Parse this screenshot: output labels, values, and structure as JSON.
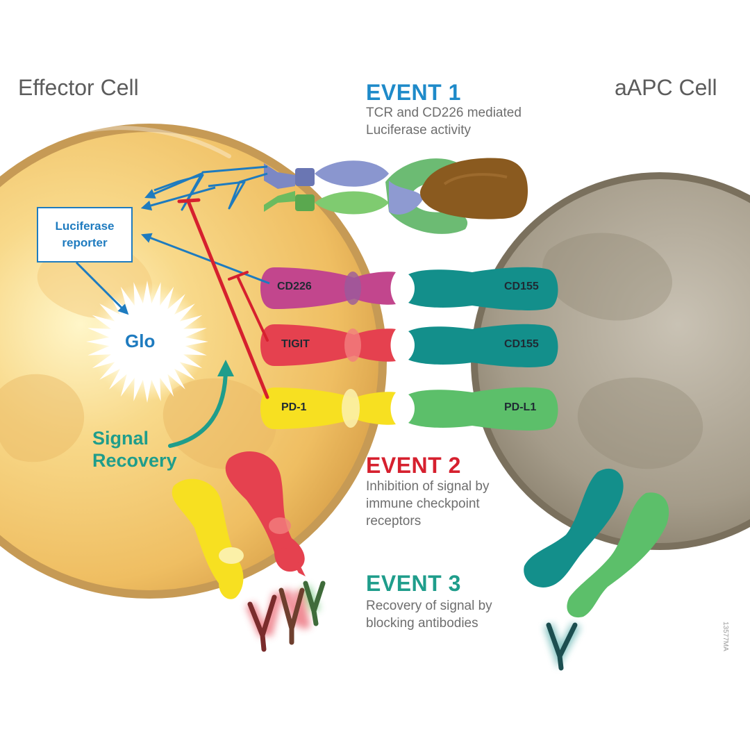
{
  "cells": {
    "effector_title": "Effector Cell",
    "apc_title": "aAPC Cell"
  },
  "events": [
    {
      "title": "EVENT 1",
      "description": "TCR and CD226 mediated Luciferase activity",
      "color": "#1e8ac9"
    },
    {
      "title": "EVENT 2",
      "description": "Inhibition of signal by immune checkpoint receptors",
      "color": "#d6202e"
    },
    {
      "title": "EVENT 3",
      "description": "Recovery of signal by blocking antibodies",
      "color": "#1f9d8b"
    }
  ],
  "reporter": {
    "box_label": "Luciferase\nreporter",
    "glo_label": "Glo",
    "recovery_label": "Signal\nRecovery"
  },
  "molecules": {
    "effector": [
      "CD226",
      "TIGIT",
      "PD-1"
    ],
    "apc": [
      "CD155",
      "CD155",
      "PD-L1"
    ]
  },
  "catalog_code": "13577MA",
  "colors": {
    "effector_cell": "#f2c468",
    "apc_cell": "#9a9180",
    "activation_arrow": "#1e7bbf",
    "inhibition": "#d6202e",
    "recovery_arrow": "#1f9d8b",
    "cd226": "#c2468d",
    "tigit": "#e5414f",
    "pd1": "#f7e021",
    "cd155": "#138f8b",
    "pdl1": "#5cbf6a",
    "tcr": "#7c88c4",
    "mhc": "#8a5a1f"
  }
}
